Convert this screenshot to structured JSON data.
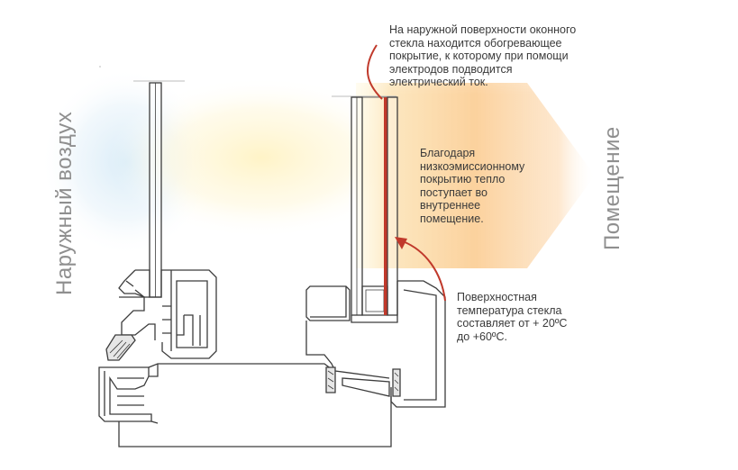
{
  "labels": {
    "outside_air": "Наружный воздух",
    "room": "Помещение"
  },
  "annotations": {
    "heating_coating": "На наружной поверхности оконного\nстекла находится обогревающее\nпокрытие, к которому при помощи\nэлектродов подводится\nэлектрический ток.",
    "low_e_coating": "Благодаря\nнизкоэмиссионному\nпокрытию тепло\nпоступает во\nвнутреннее\nпомещение.",
    "surface_temperature": "Поверхностная\nтемпература стекла\nсоставляет от + 20ºС\nдо +60ºС."
  },
  "colors": {
    "heating_layer": "#c0392b",
    "arrow": "#c0392b",
    "warm_glow": "#fbc58a",
    "cool_glow": "#cfe6f5",
    "outline": "#3c3c3c"
  }
}
